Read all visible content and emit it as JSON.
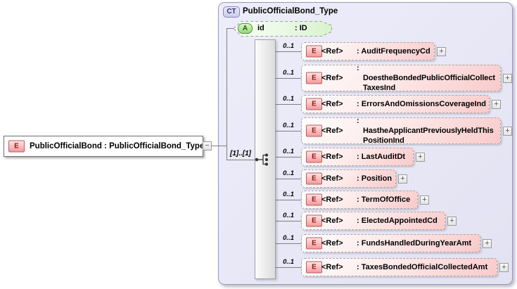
{
  "ui": {
    "colon": ": ",
    "expand_glyph": "+",
    "collapse_glyph": "−"
  },
  "root_element": {
    "badge": "E",
    "label": "PublicOfficialBond : PublicOfficialBond_Type"
  },
  "complex_type": {
    "badge": "CT",
    "name": "PublicOfficialBond_Type"
  },
  "attribute": {
    "badge": "A",
    "name": "id",
    "type": "ID"
  },
  "sequence": {
    "cardinality_label": "[1]..[1]"
  },
  "children": [
    {
      "badge": "E",
      "ref": "<Ref>",
      "name": "AuditFrequencyCd",
      "cardinality": "0..1"
    },
    {
      "badge": "E",
      "ref": "<Ref>",
      "name": "DoestheBondedPublicOfficialCollectTaxesInd",
      "cardinality": "0..1"
    },
    {
      "badge": "E",
      "ref": "<Ref>",
      "name": "ErrorsAndOmissionsCoverageInd",
      "cardinality": "0..1"
    },
    {
      "badge": "E",
      "ref": "<Ref>",
      "name": "HastheApplicantPreviouslyHeldThisPositionInd",
      "cardinality": "0..1"
    },
    {
      "badge": "E",
      "ref": "<Ref>",
      "name": "LastAuditDt",
      "cardinality": "0..1"
    },
    {
      "badge": "E",
      "ref": "<Ref>",
      "name": "Position",
      "cardinality": "0..1"
    },
    {
      "badge": "E",
      "ref": "<Ref>",
      "name": "TermOfOffice",
      "cardinality": "0..1"
    },
    {
      "badge": "E",
      "ref": "<Ref>",
      "name": "ElectedAppointedCd",
      "cardinality": "0..1"
    },
    {
      "badge": "E",
      "ref": "<Ref>",
      "name": "FundsHandledDuringYearAmt",
      "cardinality": "0..1"
    },
    {
      "badge": "E",
      "ref": "<Ref>",
      "name": "TaxesBondedOfficialCollectedAmt",
      "cardinality": "0..1"
    }
  ]
}
